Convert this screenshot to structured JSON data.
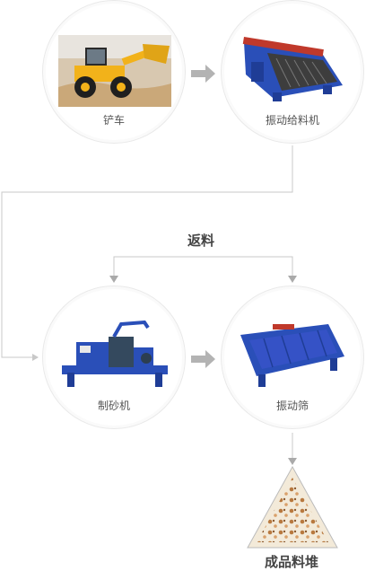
{
  "nodes": {
    "loader": {
      "label": "铲车"
    },
    "feeder": {
      "label": "振动给料机"
    },
    "sand_maker": {
      "label": "制砂机"
    },
    "screen": {
      "label": "振动筛"
    }
  },
  "return_label": "返料",
  "product_label": "成品料堆",
  "colors": {
    "arrow": "#b3b3b3",
    "line": "#c8c8c8",
    "machine_blue": "#2a4fb8",
    "loader_yellow": "#f2b21a"
  }
}
